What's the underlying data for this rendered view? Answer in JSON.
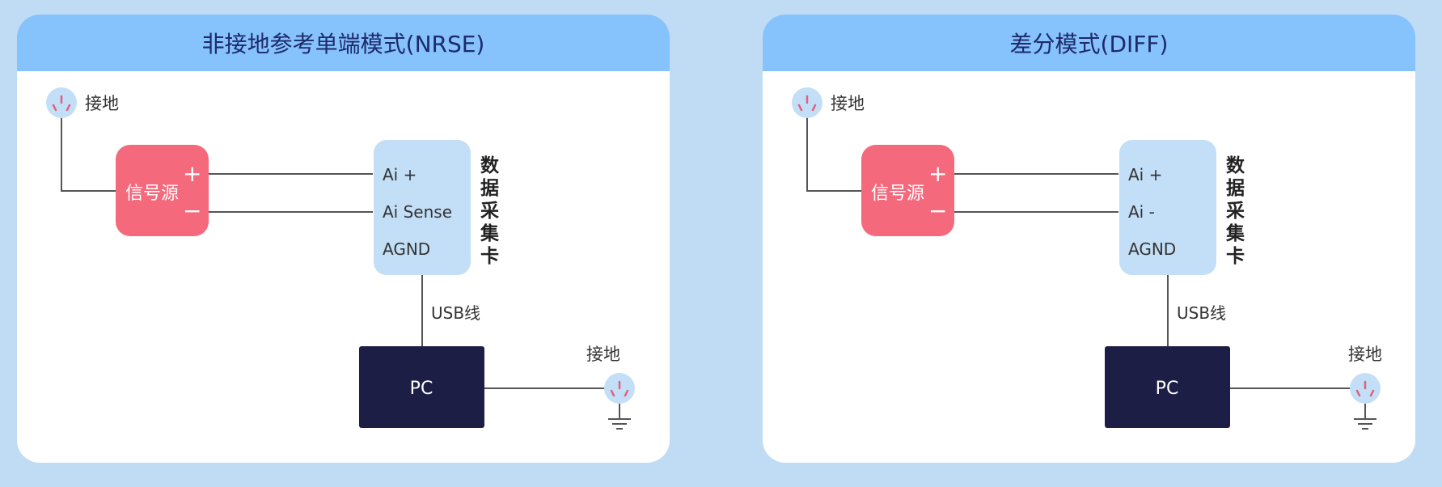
{
  "panels": [
    {
      "title": "非接地参考单端模式(NRSE)",
      "ground_label_top": "接地",
      "signal_source": {
        "label": "信号源",
        "plus": "+",
        "minus": "−"
      },
      "daq": {
        "pins": [
          "Ai +",
          "Ai Sense",
          "AGND"
        ],
        "label_chars": [
          "数",
          "据",
          "采",
          "集",
          "卡"
        ]
      },
      "cable_label": "USB线",
      "pc_label": "PC",
      "ground_label_right": "接地"
    },
    {
      "title": "差分模式(DIFF)",
      "ground_label_top": "接地",
      "signal_source": {
        "label": "信号源",
        "plus": "+",
        "minus": "−"
      },
      "daq": {
        "pins": [
          "Ai +",
          "Ai -",
          "AGND"
        ],
        "label_chars": [
          "数",
          "据",
          "采",
          "集",
          "卡"
        ]
      },
      "cable_label": "USB线",
      "pc_label": "PC",
      "ground_label_right": "接地"
    }
  ],
  "colors": {
    "background": "#c0dcf5",
    "header": "#86c2fb",
    "signal_source": "#f5697c",
    "daq": "#c3def7",
    "pc": "#1c1e46",
    "ground_marks": "#e2607a"
  }
}
